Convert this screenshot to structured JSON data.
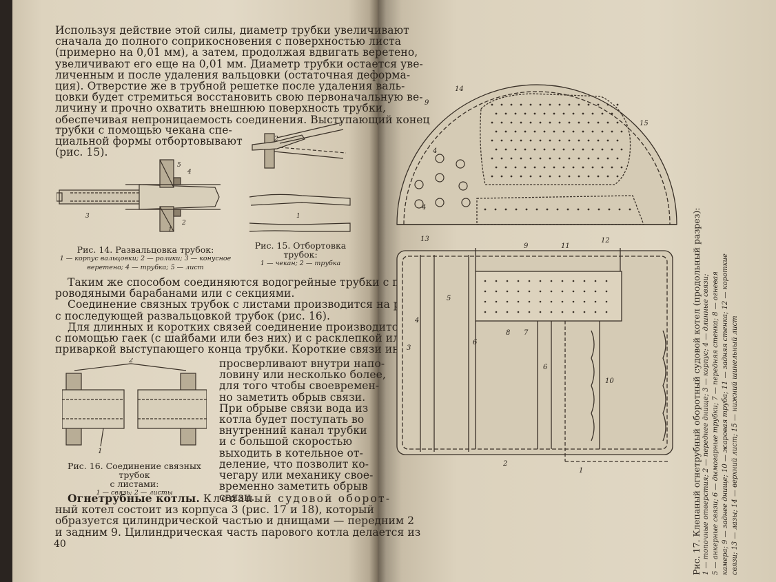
{
  "left_page": {
    "page_number": "40",
    "para1": [
      "Используя действие этой силы, диаметр трубки увеличивают",
      "сначала до полного соприкосновения с поверхностью листа",
      "(примерно на 0,01 мм), а затем, продолжая вдвигать веретено,",
      "увеличивают его еще на 0,01 мм. Диаметр трубки остается уве-",
      "личенным и после удаления вальцовки (остаточная деформа-",
      "ция). Отверстие же в трубной решетке после удаления валь-",
      "цовки будет стремиться восстановить свою первоначальную ве-",
      "личину и прочно охватить внешнюю поверхность трубки,",
      "обеспечивая непроницаемость соединения. Выступающий конец"
    ],
    "para1_tail": [
      "трубки с помощью чекана спе-",
      "циальной формы отбортовывают",
      "(рис. 15)."
    ],
    "fig14": {
      "title": "Рис. 14. Развальцовка трубок:",
      "legend": [
        "1 — корпус вальцовки; 2 — ролики; 3 — конусное",
        "веретено; 4 — трубка; 5 — лист"
      ],
      "labels": [
        "5",
        "4",
        "3",
        "2",
        "1"
      ]
    },
    "fig15": {
      "title": [
        "Рис. 15. Отбортовка",
        "трубок:"
      ],
      "legend": "1 — чекан; 2 — трубка",
      "labels": [
        "2",
        "1"
      ]
    },
    "para2": [
      "Таким же способом соединяются водогрейные трубки с па-",
      "роводяными барабанами или с секциями."
    ],
    "para3": [
      "Соединение связных трубок с листами производится на резьбе",
      "с последующей развальцовкой трубок (рис. 16)."
    ],
    "para4": [
      "Для длинных и коротких связей соединение производится",
      "с помощью гаек (с шайбами или без них) и с расклепкой или",
      "приваркой выступающего конца трубки. Короткие связи иногда"
    ],
    "para4_tail": [
      "просверливают внутри напо-",
      "ловину или несколько более,",
      "для того чтобы своевремен-",
      "но заметить обрыв связи.",
      "При обрыве связи вода из",
      "котла будет поступать во",
      "внутренний канал трубки",
      "и с большой скоростью",
      "выходить в котельное от-",
      "деление, что позволит ко-",
      "чегару или механику свое-",
      "временно заметить обрыв",
      "связи."
    ],
    "fig16": {
      "title": [
        "Рис. 16. Соединение связных трубок",
        "с листами:"
      ],
      "legend": "1 — связь; 2 — листы",
      "labels": [
        "2",
        "1"
      ]
    },
    "section_heading": "Огнетрубные котлы.",
    "para5_start": "Клепаный судовой оборот-",
    "para5": [
      "ный котел состоит из корпуса 3 (рис. 17 и 18), который",
      "образуется цилиндрической частью и днищами — передним 2",
      "и задним 9. Цилиндрическая часть парового котла делается из"
    ]
  },
  "right_page": {
    "fig17": {
      "title": "Рис. 17. Клепаный огнетрубный оборотный судовой котел (продольный разрез):",
      "legend": [
        "1 — топочные отверстия; 2 — переднее днище; 3 — корпус; 4 — длинные связи;",
        "5 — анкерные связи; 6 — дымогарные трубки; 7 — передняя стенка; 8 — огневая",
        "камера; 9 — заднее днище; 10 — жаровая труба; 11 — задняя стенка; 12 — короткие",
        "связи; 13 — лазы; 14 — верхний лист; 15 — нижний шинельный лист"
      ],
      "labels_top": [
        "14",
        "9",
        "15",
        "4",
        "4"
      ],
      "labels_bottom": [
        "13",
        "9",
        "11",
        "12",
        "5",
        "4",
        "3",
        "6",
        "8",
        "7",
        "6",
        "10",
        "2",
        "1"
      ]
    }
  },
  "colors": {
    "paper": "#e0d7c3",
    "ink": "#2b241d"
  }
}
